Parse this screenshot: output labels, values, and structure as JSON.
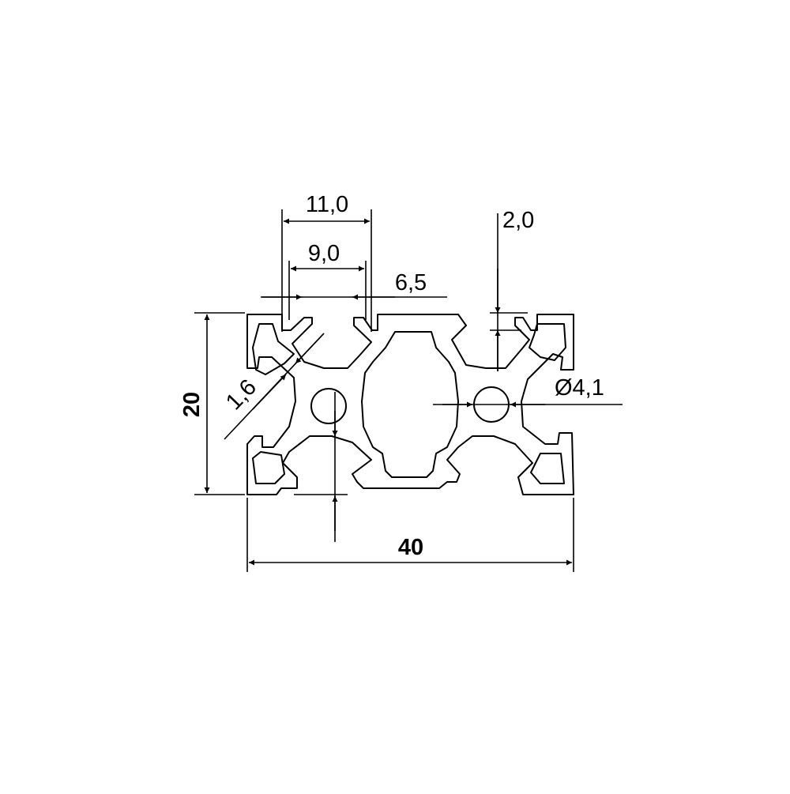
{
  "drawing": {
    "line_color": "#000000",
    "background": "#ffffff"
  },
  "dimensions": {
    "slot_outer_width": "11,0",
    "slot_inner_width": "9,0",
    "slot_depth": "6,5",
    "lip_thickness": "2,0",
    "wall_thickness": "1,6",
    "center_bore": "Ø4,1",
    "height": "20",
    "width": "40"
  }
}
